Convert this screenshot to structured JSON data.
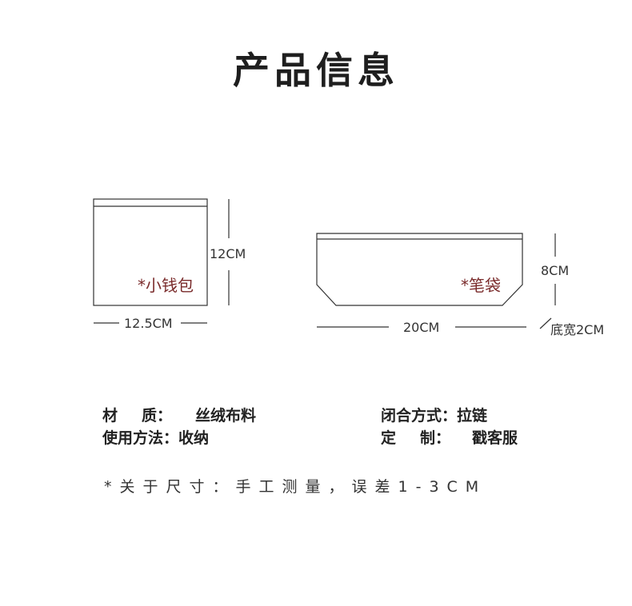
{
  "title": "产品信息",
  "products": {
    "coin_purse": {
      "label": "*小钱包",
      "height": "12CM",
      "width": "12.5CM"
    },
    "pencil_case": {
      "label": "*笔袋",
      "height": "8CM",
      "width": "20CM",
      "bottom_width": "底宽2CM"
    }
  },
  "specs": {
    "material_key": "材 质：",
    "material_value": "丝绒布料",
    "closure_key": "闭合方式：",
    "closure_value": "拉链",
    "usage_key": "使用方法：",
    "usage_value": "收纳",
    "custom_key": "定 制：",
    "custom_value": "戳客服"
  },
  "note": "*关于尺寸：手工测量，误差1-3CM",
  "colors": {
    "label_red": "#7a2b2b",
    "line": "#333333"
  }
}
